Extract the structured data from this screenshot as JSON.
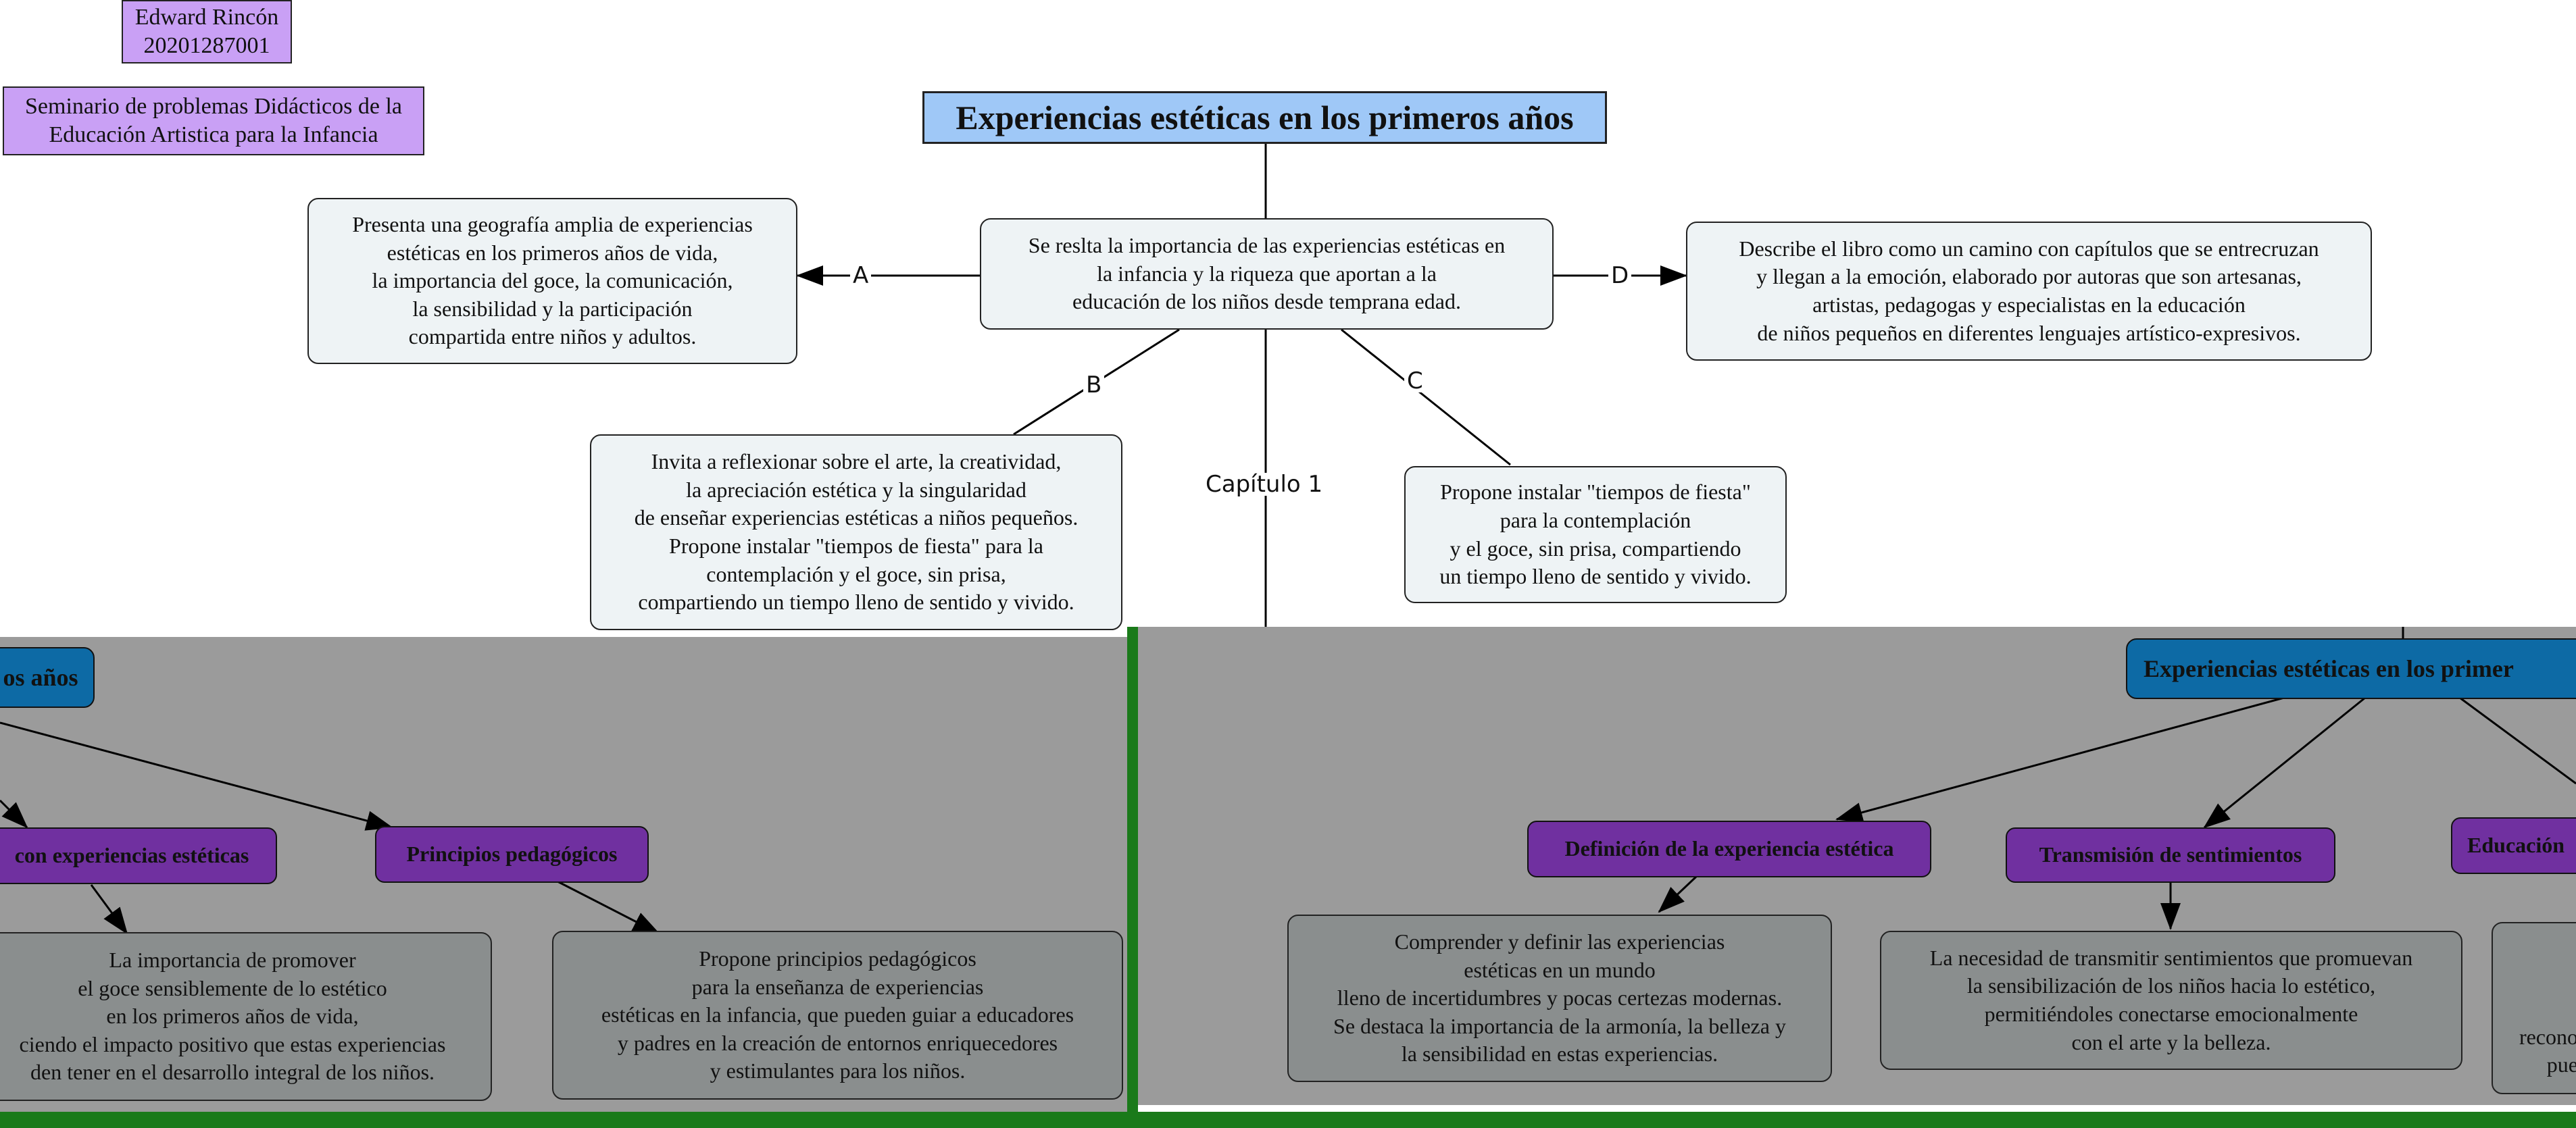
{
  "author": {
    "name": "Edward Rincón",
    "id": "20201287001"
  },
  "course": "Seminario de problemas Didácticos de la\nEducación Artistica para la Infancia",
  "main_title": "Experiencias estéticas en los primeros años",
  "center_node": "Se reslta la importancia de las experiencias estéticas en\nla infancia y la riqueza que aportan a la\neducación de los niños desde temprana edad.",
  "branches": {
    "a": {
      "label": "A",
      "text": "Presenta una geografía amplia de experiencias\nestéticas en los primeros años de vida,\nla importancia del goce, la comunicación,\nla sensibilidad y la participación\ncompartida entre niños y adultos."
    },
    "b": {
      "label": "B",
      "text": "Invita a reflexionar sobre el arte, la creatividad,\nla apreciación estética y la singularidad\nde enseñar experiencias estéticas a niños pequeños.\nPropone instalar \"tiempos de fiesta\" para la\ncontemplación y el goce, sin prisa,\ncompartiendo un tiempo lleno de sentido y vivido."
    },
    "c": {
      "label": "C",
      "text": "Propone instalar \"tiempos de fiesta\"\npara la contemplación\ny el goce, sin prisa, compartiendo\nun tiempo lleno de sentido y vivido."
    },
    "d": {
      "label": "D",
      "text": "Describe el libro como un camino con capítulos que se entrecruzan\ny llegan a la emoción, elaborado por autoras que son artesanas,\nartistas, pedagogas y especialistas en la educación\nde niños pequeños en diferentes lenguajes artístico-expresivos."
    },
    "chapter": {
      "label": "Capítulo 1"
    }
  },
  "left_panel": {
    "title": "os años",
    "topic1": "con experiencias estéticas",
    "topic2": "Principios pedagógicos",
    "desc1": "La importancia de promover\nel goce sensiblemente de lo estético\nen los primeros años de vida,\nciendo el impacto positivo que estas experiencias\nden tener en el desarrollo integral de los niños.",
    "desc2": "Propone principios pedagógicos\npara la enseñanza de experiencias\nestéticas en la infancia, que pueden guiar a educadores\ny padres en la creación de entornos enriquecedores\ny estimulantes para los niños."
  },
  "right_panel": {
    "title": "Experiencias estéticas en los primer",
    "topic1": "Definición de la experiencia estética",
    "topic2": "Transmisión de sentimientos",
    "topic3": "Educación",
    "desc1": "Comprender y definir las experiencias\nestéticas en un mundo\nlleno de incertidumbres y pocas certezas modernas.\nSe destaca la importancia de la armonía, la belleza y\nla sensibilidad en estas experiencias.",
    "desc2": "La necesidad de transmitir sentimientos que promuevan\nla sensibilización de los niños hacia lo estético,\npermitiéndoles conectarse emocionalmente\ncon el arte y la belleza.",
    "desc3": "recono\npue"
  },
  "colors": {
    "panel": "#9b9b9b",
    "border_green": "#1a7a1a",
    "title_blue": "#9fc8f7",
    "pill_blue": "#0d6aa5",
    "pill_purple": "#7030a0",
    "author_purple": "#c9a0f5"
  }
}
